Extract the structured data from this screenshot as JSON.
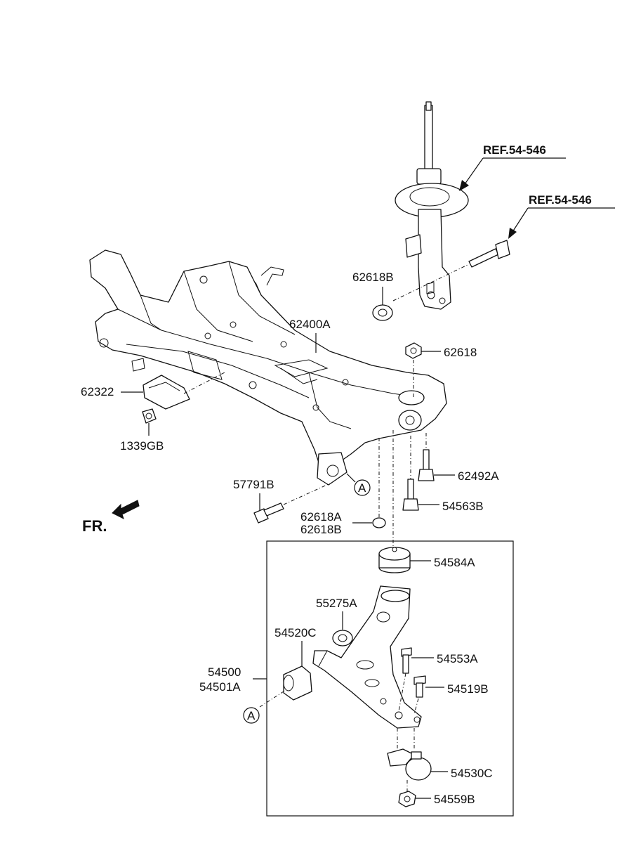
{
  "references": {
    "strut_ref": "REF.54-546",
    "bolt_ref": "REF.54-546"
  },
  "direction": {
    "front_label": "FR."
  },
  "callouts": {
    "c_62618B_top": "62618B",
    "c_62400A": "62400A",
    "c_62618": "62618",
    "c_62322": "62322",
    "c_1339GB": "1339GB",
    "c_62492A": "62492A",
    "c_57791B": "57791B",
    "c_54563B": "54563B",
    "c_62618A": "62618A",
    "c_62618B_low": "62618B",
    "c_54584A": "54584A",
    "c_55275A": "55275A",
    "c_54520C": "54520C",
    "c_54553A": "54553A",
    "c_54500": "54500",
    "c_54501A": "54501A",
    "c_54519B": "54519B",
    "c_54530C": "54530C",
    "c_54559B": "54559B"
  },
  "markers": {
    "upper": "A",
    "lower": "A"
  }
}
